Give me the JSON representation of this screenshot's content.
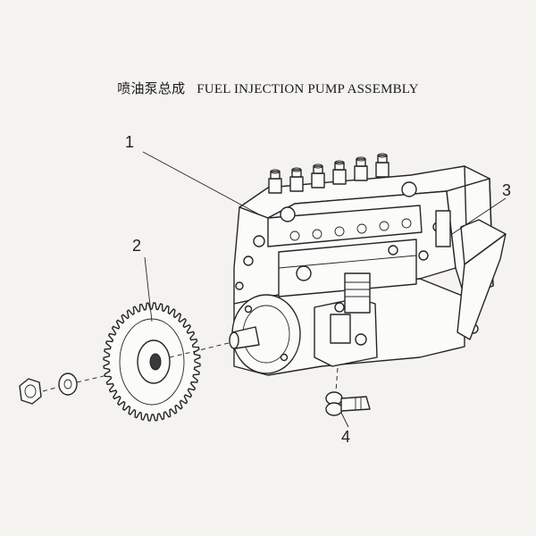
{
  "title": {
    "chinese": "喷油泵总成",
    "english": "FUEL INJECTION PUMP ASSEMBLY"
  },
  "callouts": [
    {
      "label": "1"
    },
    {
      "label": "2"
    },
    {
      "label": "3"
    },
    {
      "label": "4"
    }
  ]
}
